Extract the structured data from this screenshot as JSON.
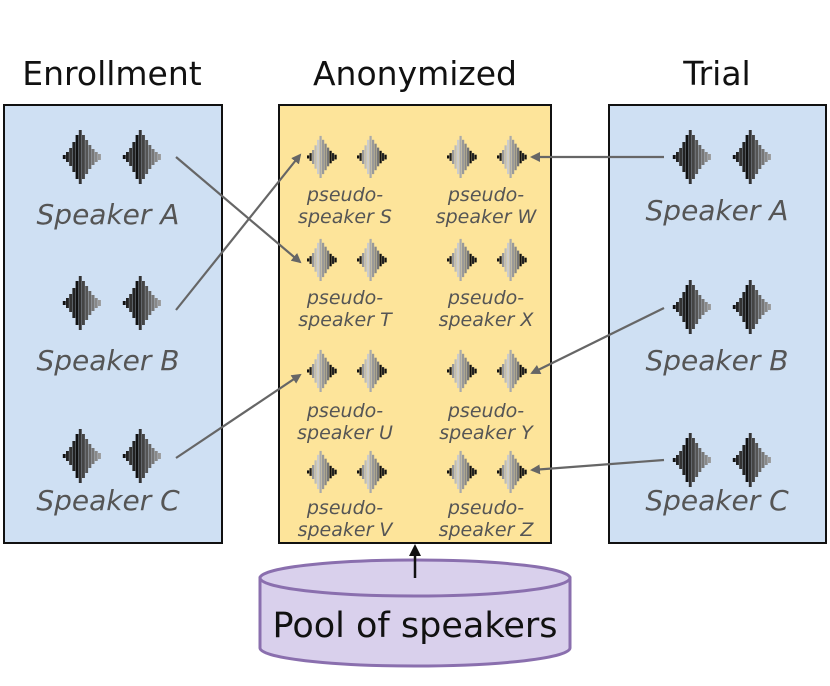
{
  "columns": {
    "enrollment": "Enrollment",
    "anonymized": "Anonymized",
    "trial": "Trial"
  },
  "enrollment_speakers": [
    "Speaker A",
    "Speaker B",
    "Speaker C"
  ],
  "trial_speakers": [
    "Speaker A",
    "Speaker B",
    "Speaker C"
  ],
  "pseudo_speakers": {
    "left": [
      {
        "line1": "pseudo-",
        "line2": "speaker S"
      },
      {
        "line1": "pseudo-",
        "line2": "speaker T"
      },
      {
        "line1": "pseudo-",
        "line2": "speaker U"
      },
      {
        "line1": "pseudo-",
        "line2": "speaker V"
      }
    ],
    "right": [
      {
        "line1": "pseudo-",
        "line2": "speaker W"
      },
      {
        "line1": "pseudo-",
        "line2": "speaker X"
      },
      {
        "line1": "pseudo-",
        "line2": "speaker Y"
      },
      {
        "line1": "pseudo-",
        "line2": "speaker Z"
      }
    ]
  },
  "pool": "Pool of speakers",
  "colors": {
    "panel_blue": "#cfe0f3",
    "panel_yellow": "#fde49a",
    "pool_fill": "#d9d0ec",
    "pool_stroke": "#8a6fae",
    "arrow": "#666666"
  },
  "icons": [
    "waveform-icon",
    "arrow"
  ]
}
